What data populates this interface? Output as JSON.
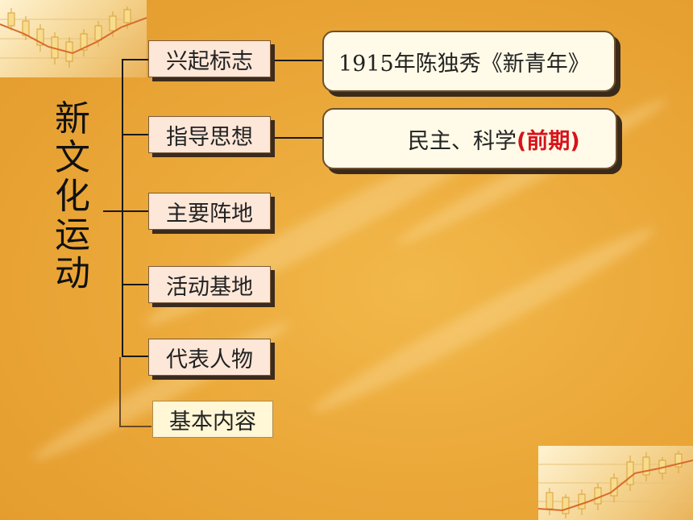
{
  "title_chars": [
    "新",
    "文",
    "化",
    "运",
    "动"
  ],
  "branches": [
    {
      "label": "兴起标志"
    },
    {
      "label": "指导思想"
    },
    {
      "label": "主要阵地"
    },
    {
      "label": "活动基地"
    },
    {
      "label": "代表人物"
    },
    {
      "label": "基本内容"
    }
  ],
  "callouts": {
    "sign": {
      "text": "1915年陈独秀《新青年》"
    },
    "thought": {
      "text": "民主、科学",
      "highlight": "(前期)"
    }
  },
  "colors": {
    "background": "#eba93a",
    "box_fill": "#fde7d8",
    "highlight_box": "#fff7d6",
    "emphasis": "#d7131b"
  }
}
